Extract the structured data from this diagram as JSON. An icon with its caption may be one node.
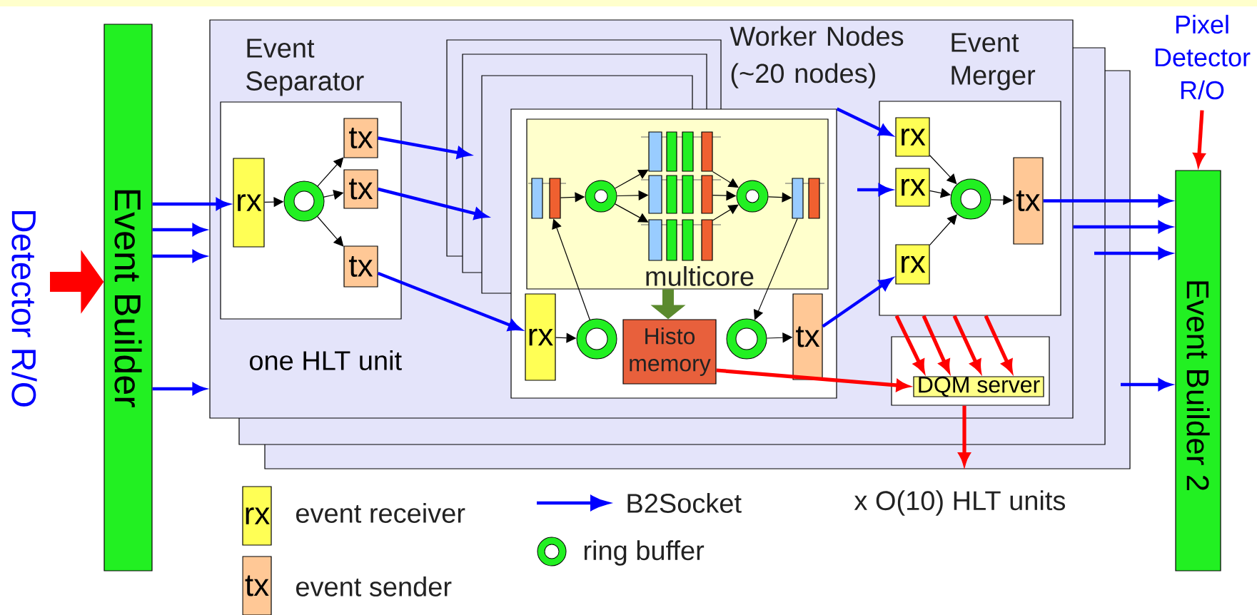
{
  "diagram": {
    "nodes": [
      {
        "text": [
          "Detector R/O"
        ]
      },
      {
        "text": [
          "Event Builder"
        ]
      },
      {
        "text": [
          "one HLT unit"
        ]
      },
      {
        "text": [
          "Event Separator"
        ],
        "in": 2
      },
      {
        "text": [
          "rx"
        ],
        "in": 3
      },
      {
        "text": [],
        "shape": "circle",
        "in": 3
      },
      {
        "text": [
          "tx"
        ],
        "in": 3
      },
      {
        "text": [
          "tx"
        ],
        "in": 3
      },
      {
        "text": [
          "tx"
        ],
        "in": 3
      },
      {
        "text": [
          "Worker Nodes (~20 nodes)"
        ],
        "in": 2
      },
      {
        "text": [
          "multicore"
        ],
        "in": 9
      },
      {
        "text": [],
        "shape": "bar",
        "in": 10
      },
      {
        "text": [],
        "shape": "circle",
        "in": 10
      },
      {
        "text": [],
        "shape": "bar",
        "in": 10
      },
      {
        "text": [],
        "shape": "bar",
        "in": 10
      },
      {
        "text": [],
        "shape": "bar",
        "in": 10
      },
      {
        "text": [],
        "shape": "circle",
        "in": 10
      },
      {
        "text": [],
        "shape": "bar",
        "in": 10
      },
      {
        "text": [
          "rx"
        ],
        "in": 9
      },
      {
        "text": [],
        "shape": "circle",
        "in": 9
      },
      {
        "text": [
          "Histo memory"
        ],
        "in": 9
      },
      {
        "text": [],
        "shape": "circle",
        "in": 9
      },
      {
        "text": [
          "tx"
        ],
        "in": 9
      },
      {
        "text": [
          "Event Merger"
        ],
        "in": 2
      },
      {
        "text": [
          "rx"
        ],
        "in": 23
      },
      {
        "text": [
          "rx"
        ],
        "in": 23
      },
      {
        "text": [
          "rx"
        ],
        "in": 23
      },
      {
        "text": [],
        "shape": "circle",
        "in": 23
      },
      {
        "text": [
          "tx"
        ],
        "in": 23
      },
      {
        "text": [],
        "shape": "box",
        "in": 2
      },
      {
        "text": [
          "DQM server"
        ],
        "in": 29
      },
      {
        "text": [
          "Pixel Detector R/O"
        ]
      },
      {
        "text": [
          "Event Builder 2"
        ]
      }
    ],
    "edges": [
      {
        "from": 0,
        "to": 1,
        "arrow": "to",
        "style": "thick",
        "color": "#ff0000"
      },
      {
        "from": 1,
        "to": 4,
        "arrow": "to",
        "color": "#0000ff"
      },
      {
        "from": 1,
        "to": 2,
        "arrow": "to",
        "color": "#0000ff"
      },
      {
        "from": 1,
        "to": 2,
        "arrow": "to",
        "color": "#0000ff"
      },
      {
        "from": 1,
        "to": 2,
        "arrow": "to",
        "color": "#0000ff"
      },
      {
        "from": 4,
        "to": 5,
        "arrow": "to"
      },
      {
        "from": 5,
        "to": 6,
        "arrow": "to"
      },
      {
        "from": 5,
        "to": 7,
        "arrow": "to"
      },
      {
        "from": 5,
        "to": 8,
        "arrow": "to"
      },
      {
        "from": 6,
        "to": null,
        "arrow": "to",
        "color": "#0000ff"
      },
      {
        "from": 7,
        "to": null,
        "arrow": "to",
        "color": "#0000ff"
      },
      {
        "from": 8,
        "to": 18,
        "arrow": "to",
        "color": "#0000ff"
      },
      {
        "from": 11,
        "to": 12,
        "arrow": "to"
      },
      {
        "from": 12,
        "to": 13,
        "arrow": "to"
      },
      {
        "from": 12,
        "to": 14,
        "arrow": "to"
      },
      {
        "from": 12,
        "to": 15,
        "arrow": "to"
      },
      {
        "from": 13,
        "to": 16,
        "arrow": "to"
      },
      {
        "from": 14,
        "to": 16,
        "arrow": "to"
      },
      {
        "from": 15,
        "to": 16,
        "arrow": "to"
      },
      {
        "from": 16,
        "to": 17,
        "arrow": "to"
      },
      {
        "from": 18,
        "to": 19,
        "arrow": "to"
      },
      {
        "from": 19,
        "to": 11,
        "arrow": "to"
      },
      {
        "from": 17,
        "to": 21,
        "arrow": "to"
      },
      {
        "from": 21,
        "to": 22,
        "arrow": "to"
      },
      {
        "from": 10,
        "to": 20,
        "arrow": "to",
        "style": "thick",
        "color": "#5b8a2e"
      },
      {
        "from": 20,
        "to": 30,
        "arrow": "to",
        "color": "#ff0000"
      },
      {
        "from": 22,
        "to": 26,
        "arrow": "to",
        "color": "#0000ff"
      },
      {
        "from": 9,
        "to": 24,
        "arrow": "to",
        "color": "#0000ff"
      },
      {
        "from": null,
        "to": 25,
        "arrow": "to",
        "color": "#0000ff"
      },
      {
        "from": 24,
        "to": 27,
        "arrow": "to"
      },
      {
        "from": 25,
        "to": 27,
        "arrow": "to"
      },
      {
        "from": 26,
        "to": 27,
        "arrow": "to"
      },
      {
        "from": 27,
        "to": 28,
        "arrow": "to"
      },
      {
        "from": 28,
        "to": 32,
        "arrow": "to",
        "color": "#0000ff"
      },
      {
        "from": 2,
        "to": 32,
        "arrow": "to",
        "color": "#0000ff"
      },
      {
        "from": null,
        "to": 32,
        "arrow": "to",
        "color": "#0000ff"
      },
      {
        "from": null,
        "to": 32,
        "arrow": "to",
        "color": "#0000ff"
      },
      {
        "from": 23,
        "to": 30,
        "arrow": "to",
        "color": "#ff0000"
      },
      {
        "from": 23,
        "to": 30,
        "arrow": "to",
        "color": "#ff0000"
      },
      {
        "from": 23,
        "to": 30,
        "arrow": "to",
        "color": "#ff0000"
      },
      {
        "from": 23,
        "to": 30,
        "arrow": "to",
        "color": "#ff0000"
      },
      {
        "from": 29,
        "to": null,
        "arrow": "to",
        "color": "#ff0000"
      },
      {
        "from": 31,
        "to": 32,
        "arrow": "to",
        "color": "#ff0000"
      }
    ],
    "labels": [
      "rx",
      "x O(10) HLT units",
      "tx"
    ],
    "legend": [
      {
        "text": "event receiver",
        "color": "#ffff55"
      },
      {
        "text": "event sender",
        "color": "#ffc896"
      },
      {
        "text": "B2Socket"
      },
      {
        "text": "ring buffer"
      }
    ]
  }
}
